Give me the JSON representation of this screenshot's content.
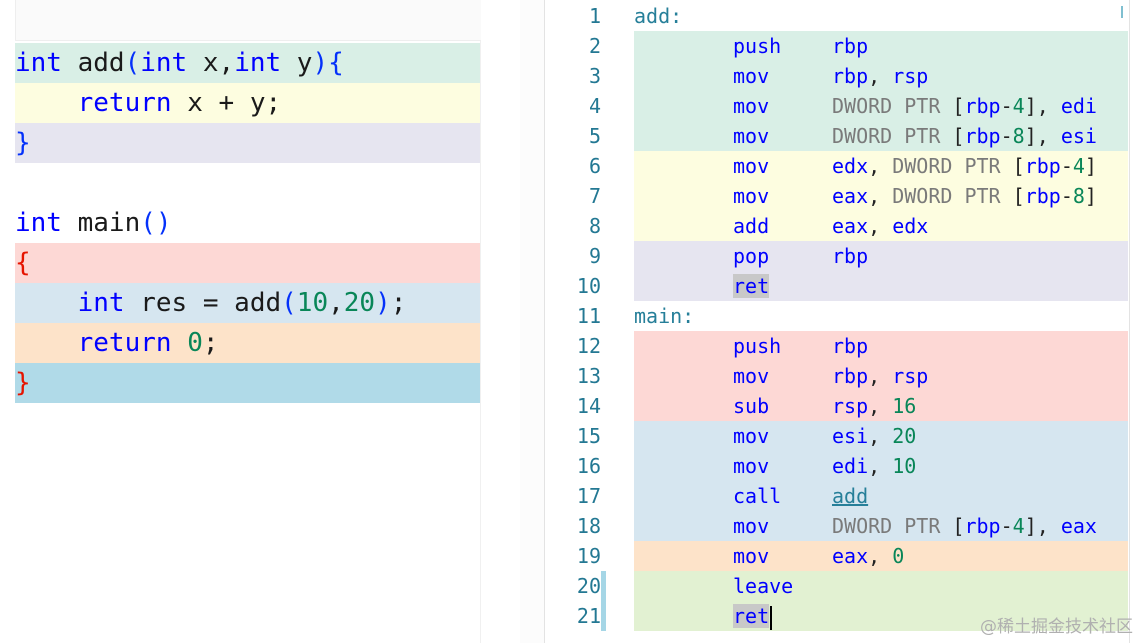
{
  "source": {
    "lines": [
      {
        "bg": "#d9efe6",
        "tokens": [
          {
            "t": "int",
            "c": "kw"
          },
          {
            "t": " add",
            "c": "plain"
          },
          {
            "t": "(",
            "c": "br"
          },
          {
            "t": "int",
            "c": "kw"
          },
          {
            "t": " x,",
            "c": "plain"
          },
          {
            "t": "int",
            "c": "kw"
          },
          {
            "t": " y",
            "c": "plain"
          },
          {
            "t": "){",
            "c": "br"
          }
        ]
      },
      {
        "bg": "#fdfde0",
        "tokens": [
          {
            "t": "    ",
            "c": "plain"
          },
          {
            "t": "return",
            "c": "kw"
          },
          {
            "t": " x + y;",
            "c": "plain"
          }
        ]
      },
      {
        "bg": "#e6e5f0",
        "tokens": [
          {
            "t": "}",
            "c": "br"
          }
        ]
      },
      {
        "bg": "#ffffff",
        "tokens": []
      },
      {
        "bg": "#ffffff",
        "tokens": [
          {
            "t": "int",
            "c": "kw"
          },
          {
            "t": " main",
            "c": "plain"
          },
          {
            "t": "()",
            "c": "br"
          }
        ]
      },
      {
        "bg": "#fdd8d5",
        "tokens": [
          {
            "t": "{",
            "c": "redbr"
          }
        ]
      },
      {
        "bg": "#d6e6f0",
        "tokens": [
          {
            "t": "    ",
            "c": "plain"
          },
          {
            "t": "int",
            "c": "kw"
          },
          {
            "t": " res = add",
            "c": "plain"
          },
          {
            "t": "(",
            "c": "br"
          },
          {
            "t": "10",
            "c": "num"
          },
          {
            "t": ",",
            "c": "plain"
          },
          {
            "t": "20",
            "c": "num"
          },
          {
            "t": ")",
            "c": "br"
          },
          {
            "t": ";",
            "c": "plain"
          }
        ]
      },
      {
        "bg": "#fde3c9",
        "tokens": [
          {
            "t": "    ",
            "c": "plain"
          },
          {
            "t": "return",
            "c": "kw"
          },
          {
            "t": " ",
            "c": "plain"
          },
          {
            "t": "0",
            "c": "num"
          },
          {
            "t": ";",
            "c": "plain"
          }
        ]
      },
      {
        "bg": "#b0dae8",
        "tokens": [
          {
            "t": "}",
            "c": "redbr"
          }
        ]
      }
    ]
  },
  "asm": {
    "lines": [
      {
        "n": "1",
        "label": "add:",
        "bg": ""
      },
      {
        "n": "2",
        "op": "push",
        "args": [
          {
            "t": "rbp",
            "c": "reg"
          }
        ],
        "bg": "#d9efe6"
      },
      {
        "n": "3",
        "op": "mov",
        "args": [
          {
            "t": "rbp",
            "c": "reg"
          },
          {
            "t": ", ",
            "c": "sym"
          },
          {
            "t": "rsp",
            "c": "reg"
          }
        ],
        "bg": "#d9efe6"
      },
      {
        "n": "4",
        "op": "mov",
        "args": [
          {
            "t": "DWORD PTR ",
            "c": "dim"
          },
          {
            "t": "[",
            "c": "sym"
          },
          {
            "t": "rbp",
            "c": "reg"
          },
          {
            "t": "-",
            "c": "sym"
          },
          {
            "t": "4",
            "c": "anum"
          },
          {
            "t": "], ",
            "c": "sym"
          },
          {
            "t": "edi",
            "c": "reg"
          }
        ],
        "bg": "#d9efe6"
      },
      {
        "n": "5",
        "op": "mov",
        "args": [
          {
            "t": "DWORD PTR ",
            "c": "dim"
          },
          {
            "t": "[",
            "c": "sym"
          },
          {
            "t": "rbp",
            "c": "reg"
          },
          {
            "t": "-",
            "c": "sym"
          },
          {
            "t": "8",
            "c": "anum"
          },
          {
            "t": "], ",
            "c": "sym"
          },
          {
            "t": "esi",
            "c": "reg"
          }
        ],
        "bg": "#d9efe6"
      },
      {
        "n": "6",
        "op": "mov",
        "args": [
          {
            "t": "edx",
            "c": "reg"
          },
          {
            "t": ", ",
            "c": "sym"
          },
          {
            "t": "DWORD PTR ",
            "c": "dim"
          },
          {
            "t": "[",
            "c": "sym"
          },
          {
            "t": "rbp",
            "c": "reg"
          },
          {
            "t": "-",
            "c": "sym"
          },
          {
            "t": "4",
            "c": "anum"
          },
          {
            "t": "]",
            "c": "sym"
          }
        ],
        "bg": "#fdfde0"
      },
      {
        "n": "7",
        "op": "mov",
        "args": [
          {
            "t": "eax",
            "c": "reg"
          },
          {
            "t": ", ",
            "c": "sym"
          },
          {
            "t": "DWORD PTR ",
            "c": "dim"
          },
          {
            "t": "[",
            "c": "sym"
          },
          {
            "t": "rbp",
            "c": "reg"
          },
          {
            "t": "-",
            "c": "sym"
          },
          {
            "t": "8",
            "c": "anum"
          },
          {
            "t": "]",
            "c": "sym"
          }
        ],
        "bg": "#fdfde0"
      },
      {
        "n": "8",
        "op": "add",
        "args": [
          {
            "t": "eax",
            "c": "reg"
          },
          {
            "t": ", ",
            "c": "sym"
          },
          {
            "t": "edx",
            "c": "reg"
          }
        ],
        "bg": "#fdfde0"
      },
      {
        "n": "9",
        "op": "pop",
        "args": [
          {
            "t": "rbp",
            "c": "reg"
          }
        ],
        "bg": "#e6e5f0"
      },
      {
        "n": "10",
        "op": "ret",
        "args": [],
        "bg": "#e6e5f0",
        "ophl": true
      },
      {
        "n": "11",
        "label": "main:",
        "bg": ""
      },
      {
        "n": "12",
        "op": "push",
        "args": [
          {
            "t": "rbp",
            "c": "reg"
          }
        ],
        "bg": "#fdd8d5"
      },
      {
        "n": "13",
        "op": "mov",
        "args": [
          {
            "t": "rbp",
            "c": "reg"
          },
          {
            "t": ", ",
            "c": "sym"
          },
          {
            "t": "rsp",
            "c": "reg"
          }
        ],
        "bg": "#fdd8d5"
      },
      {
        "n": "14",
        "op": "sub",
        "args": [
          {
            "t": "rsp",
            "c": "reg"
          },
          {
            "t": ", ",
            "c": "sym"
          },
          {
            "t": "16",
            "c": "anum"
          }
        ],
        "bg": "#fdd8d5"
      },
      {
        "n": "15",
        "op": "mov",
        "args": [
          {
            "t": "esi",
            "c": "reg"
          },
          {
            "t": ", ",
            "c": "sym"
          },
          {
            "t": "20",
            "c": "anum"
          }
        ],
        "bg": "#d6e6f0"
      },
      {
        "n": "16",
        "op": "mov",
        "args": [
          {
            "t": "edi",
            "c": "reg"
          },
          {
            "t": ", ",
            "c": "sym"
          },
          {
            "t": "10",
            "c": "anum"
          }
        ],
        "bg": "#d6e6f0"
      },
      {
        "n": "17",
        "op": "call",
        "args": [
          {
            "t": "add",
            "c": "link"
          }
        ],
        "bg": "#d6e6f0"
      },
      {
        "n": "18",
        "op": "mov",
        "args": [
          {
            "t": "DWORD PTR ",
            "c": "dim"
          },
          {
            "t": "[",
            "c": "sym"
          },
          {
            "t": "rbp",
            "c": "reg"
          },
          {
            "t": "-",
            "c": "sym"
          },
          {
            "t": "4",
            "c": "anum"
          },
          {
            "t": "], ",
            "c": "sym"
          },
          {
            "t": "eax",
            "c": "reg"
          }
        ],
        "bg": "#d6e6f0"
      },
      {
        "n": "19",
        "op": "mov",
        "args": [
          {
            "t": "eax",
            "c": "reg"
          },
          {
            "t": ", ",
            "c": "sym"
          },
          {
            "t": "0",
            "c": "anum"
          }
        ],
        "bg": "#fde3c9"
      },
      {
        "n": "20",
        "op": "leave",
        "args": [],
        "bg": "#e2f1d2",
        "gutter": true
      },
      {
        "n": "21",
        "op": "ret",
        "args": [],
        "bg": "#e2f1d2",
        "gutter": true,
        "ophl": true,
        "cursor": true
      }
    ]
  },
  "watermark": "@稀土掘金技术社区"
}
